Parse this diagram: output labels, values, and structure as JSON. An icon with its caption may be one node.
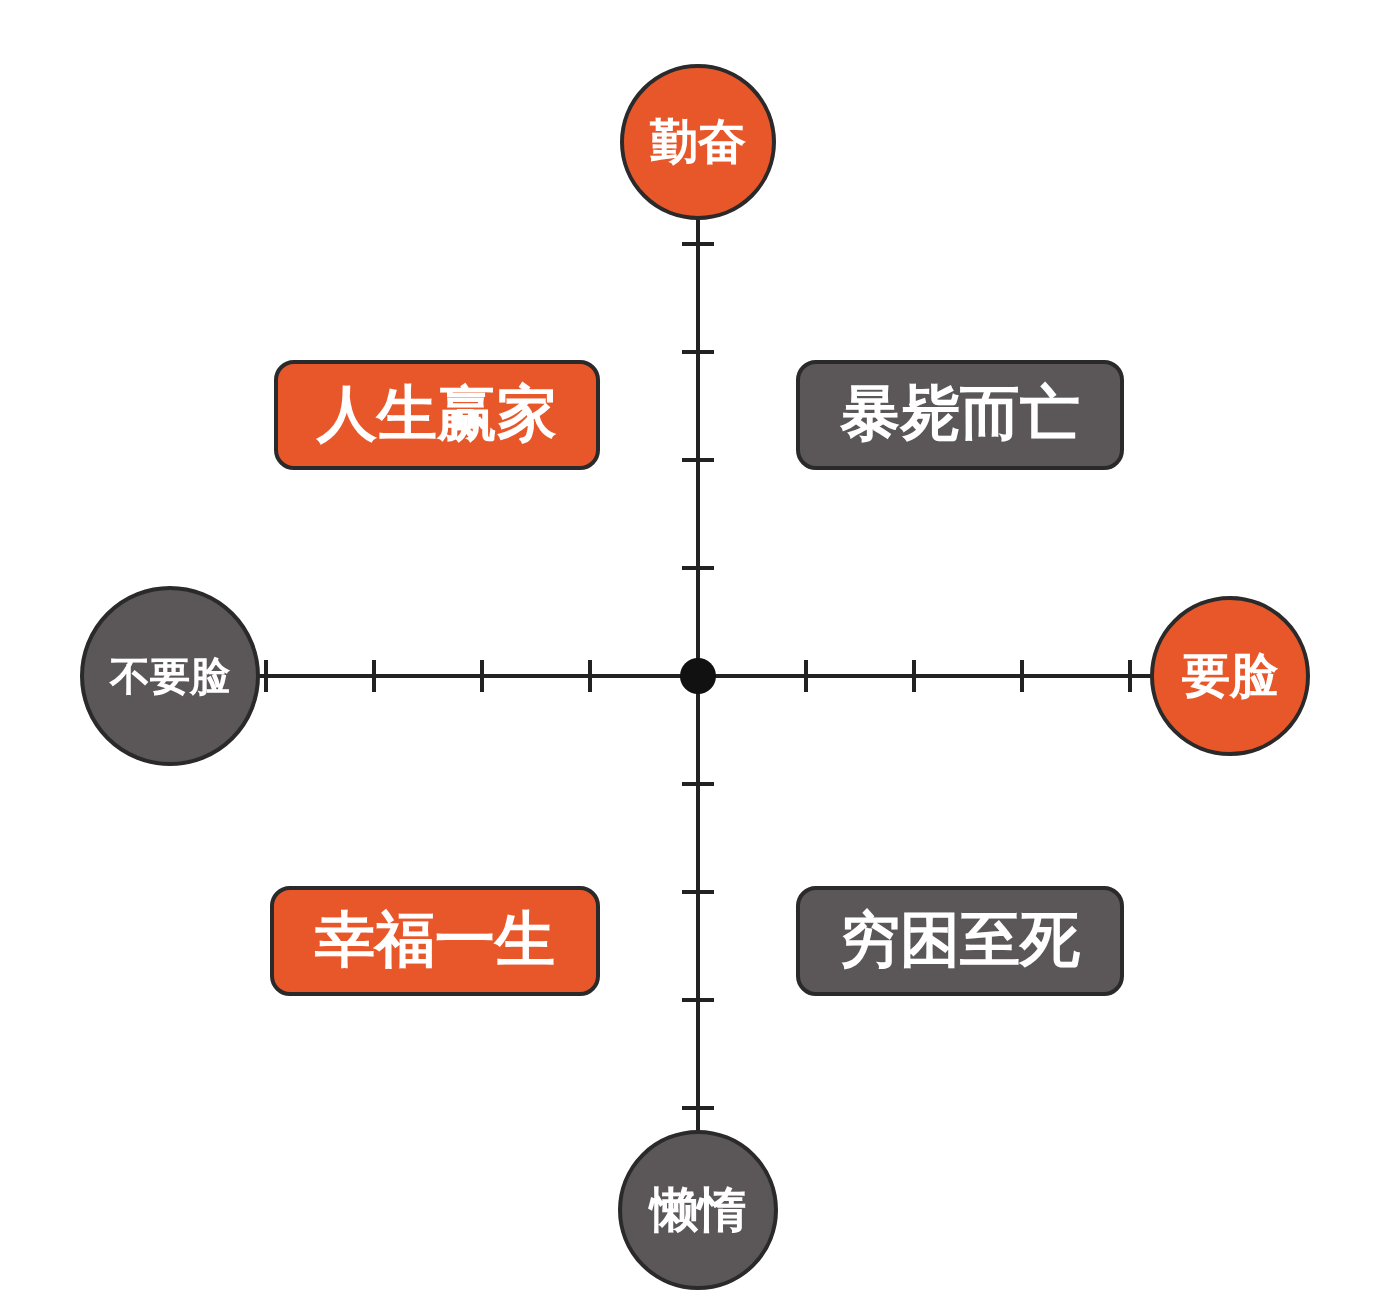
{
  "diagram": {
    "nodes": [
      {
        "text": [
          "勤奋"
        ]
      },
      {
        "text": [
          "不要脸"
        ]
      },
      {
        "text": [
          "要脸"
        ]
      },
      {
        "text": [
          "懒惰"
        ]
      },
      {
        "text": [
          "人生赢家"
        ]
      },
      {
        "text": [
          "暴毙而亡"
        ]
      },
      {
        "text": [
          "幸福一生"
        ]
      },
      {
        "text": [
          "穷困至死"
        ]
      }
    ]
  }
}
